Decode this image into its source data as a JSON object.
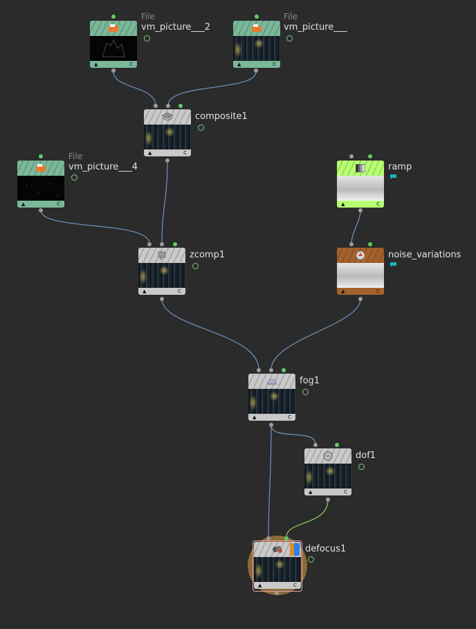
{
  "nodes": {
    "vm_picture_2": {
      "name": "vm_picture___2",
      "type": "File",
      "icon": "file-open-icon",
      "footer_left": "▲",
      "footer_right": "C"
    },
    "vm_picture_3": {
      "name": "vm_picture___",
      "type": "File",
      "icon": "file-open-icon",
      "footer_left": "▲",
      "footer_right": "C"
    },
    "composite1": {
      "name": "composite1",
      "icon": "layers-icon",
      "footer_left": "▲",
      "footer_right": "C"
    },
    "vm_picture_4": {
      "name": "vm_picture___4",
      "type": "File",
      "icon": "file-open-icon",
      "footer_left": "▲",
      "footer_right": "C"
    },
    "ramp": {
      "name": "ramp",
      "icon": "ramp-icon",
      "footer_left": "▲",
      "footer_right": "C"
    },
    "zcomp1": {
      "name": "zcomp1",
      "icon": "zcomp-icon",
      "footer_left": "▲",
      "footer_right": "C"
    },
    "noise_variations": {
      "name": "noise_variations",
      "icon": "noise-icon",
      "footer_left": "▲",
      "footer_right": "C"
    },
    "fog1": {
      "name": "fog1",
      "icon": "fog-icon",
      "footer_left": "▲",
      "footer_right": "C"
    },
    "dof1": {
      "name": "dof1",
      "icon": "dof-icon",
      "footer_left": "▲",
      "footer_right": "C"
    },
    "defocus1": {
      "name": "defocus1",
      "icon": "defocus-icon",
      "footer_left": "▲",
      "footer_right": "C"
    }
  },
  "colors": {
    "background": "#2b2b2b",
    "file_node": "#7ab89a",
    "gray_node": "#c9c9c9",
    "ramp_node": "#b7ff72",
    "noise_node": "#a3622d",
    "wire": "#6f97c2",
    "active_wire": "#8fd06a",
    "selection_ring": "#8d6a3a"
  }
}
